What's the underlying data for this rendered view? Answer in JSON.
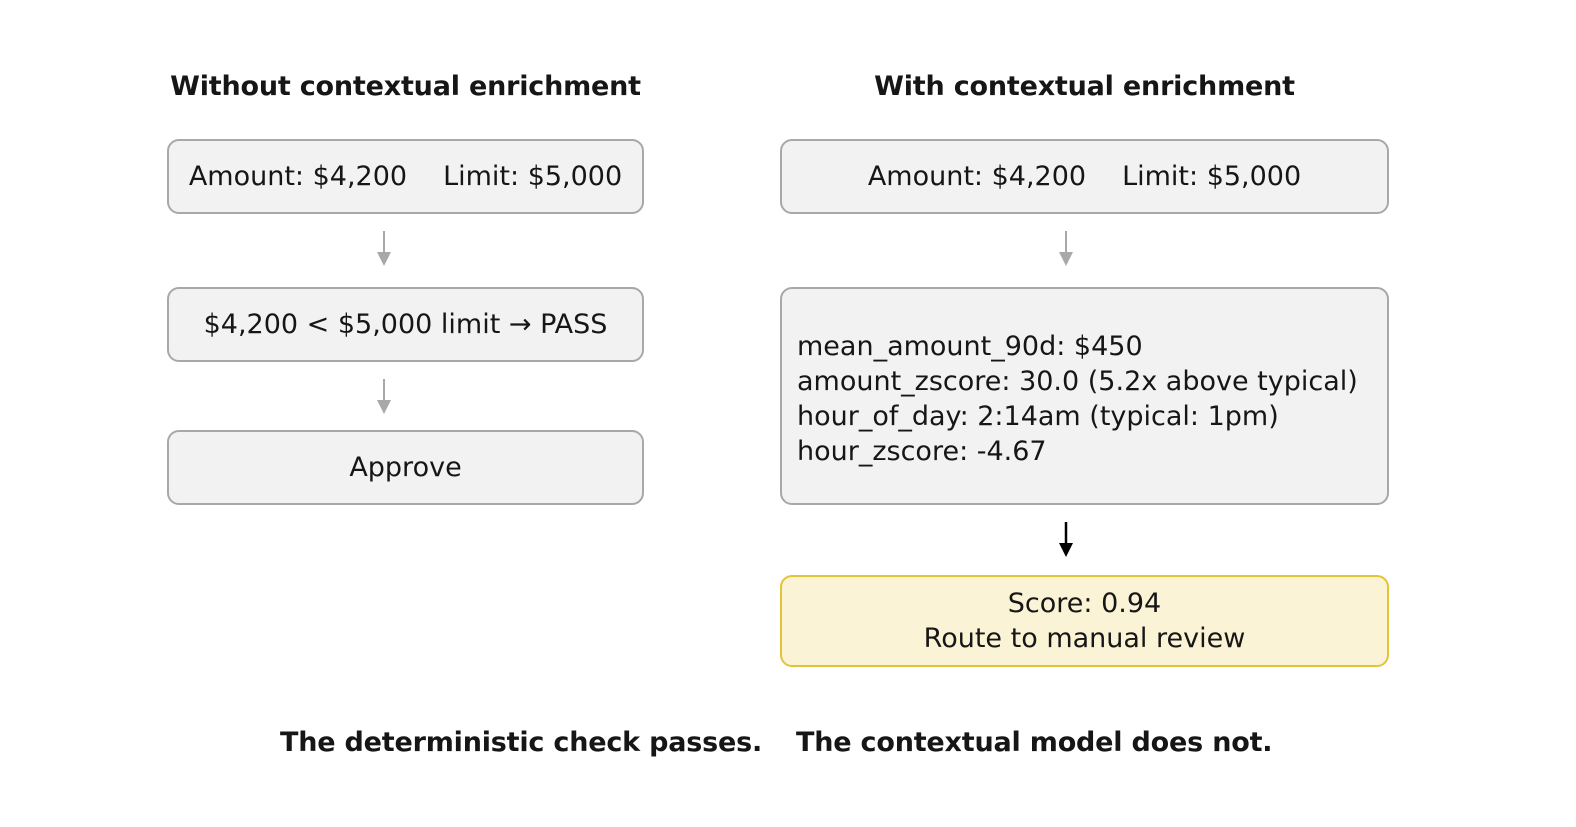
{
  "left_column": {
    "heading": "Without contextual enrichment",
    "input": {
      "amount": "Amount: $4,200",
      "limit": "Limit: $5,000"
    },
    "check": "$4,200 < $5,000 limit → PASS",
    "result": "Approve"
  },
  "right_column": {
    "heading": "With contextual enrichment",
    "input": {
      "amount": "Amount: $4,200",
      "limit": "Limit: $5,000"
    },
    "features": [
      "mean_amount_90d: $450",
      "amount_zscore: 30.0 (5.2x above typical)",
      "hour_of_day: 2:14am (typical: 1pm)",
      "hour_zscore: -4.67"
    ],
    "result": {
      "score": "Score: 0.94",
      "action": "Route to manual review"
    }
  },
  "footer": {
    "left": "The deterministic check passes.",
    "right": "The contextual model does not."
  },
  "colors": {
    "box_fill": "#f2f2f2",
    "box_border": "#a8a8a8",
    "gray_arrow": "#a8a8a8",
    "emphasis_arrow": "#000000",
    "alert_fill": "#fbf3d5",
    "alert_border": "#e2c435"
  }
}
